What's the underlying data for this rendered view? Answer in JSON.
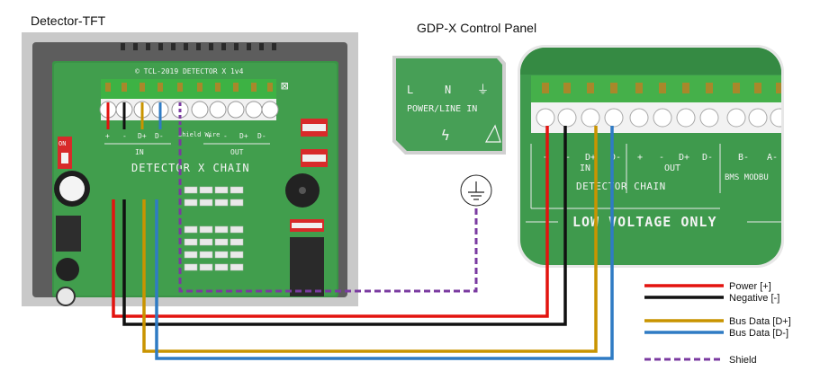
{
  "titles": {
    "detector": "Detector-TFT",
    "panel": "GDP-X Control Panel"
  },
  "detector_board": {
    "copyright": "© TCL-2019 DETECTOR X 1v4",
    "in_terminals": [
      "+",
      "-",
      "D+",
      "D-"
    ],
    "shield_label": "Shield Wire",
    "out_terminals": [
      "+",
      "-",
      "D+",
      "D-"
    ],
    "in_label": "IN",
    "out_label": "OUT",
    "chain_label": "DETECTOR X CHAIN",
    "switch_label": "ON"
  },
  "power_module": {
    "terminals": [
      "L",
      "N",
      "⏚"
    ],
    "label": "POWER/LINE IN"
  },
  "control_panel": {
    "in_terminals": [
      "+",
      "-",
      "D+",
      "D-"
    ],
    "in_label": "IN",
    "out_terminals": [
      "+",
      "-",
      "D+",
      "D-"
    ],
    "out_label": "OUT",
    "bms_terminals": [
      "B-",
      "A-"
    ],
    "bms_label": "BMS MODBU",
    "chain_label": "DETECTOR CHAIN",
    "voltage_label": "LOW VOLTAGE ONLY"
  },
  "legend": [
    {
      "label": "Power [+]",
      "color": "#e3130f",
      "style": "solid"
    },
    {
      "label": "Negative [-]",
      "color": "#111111",
      "style": "solid"
    },
    {
      "label": "Bus Data [D+]",
      "color": "#c99400",
      "style": "solid"
    },
    {
      "label": "Bus Data [D-]",
      "color": "#2f7bc4",
      "style": "solid"
    },
    {
      "label": "Shield",
      "color": "#7a3aa0",
      "style": "dashed"
    }
  ]
}
